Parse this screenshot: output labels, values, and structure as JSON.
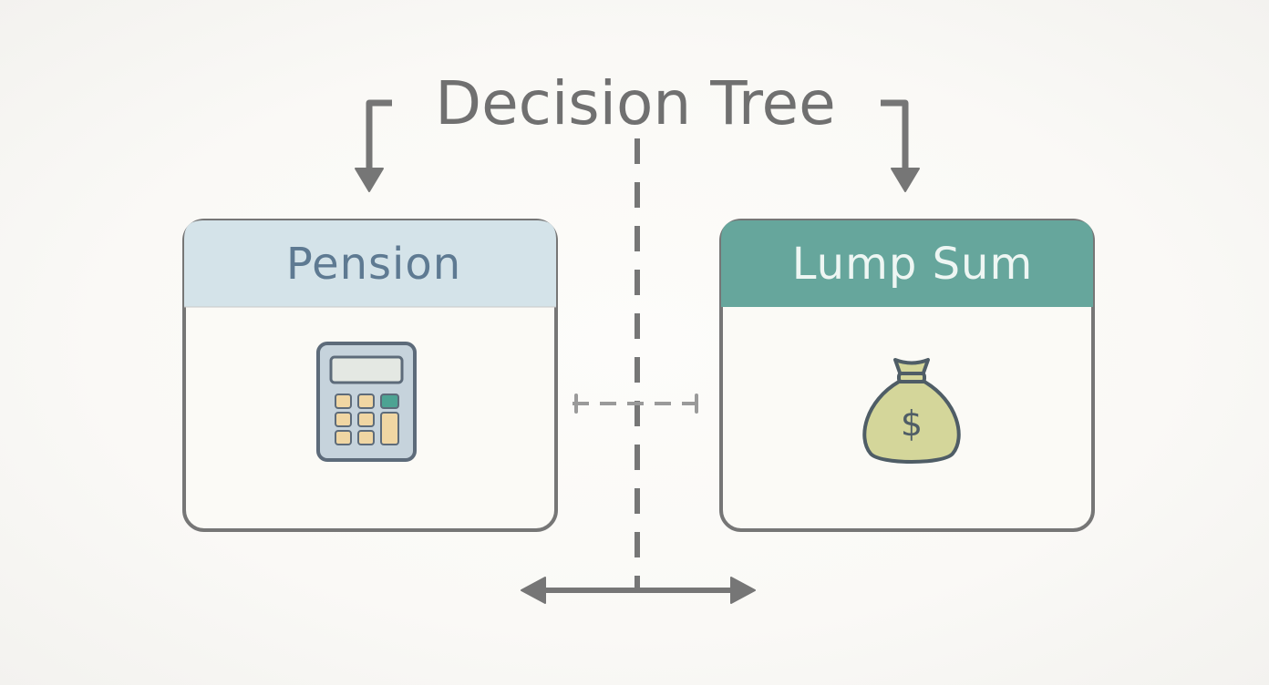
{
  "title": "Decision Tree",
  "options": [
    {
      "label": "Pension",
      "icon": "calculator-icon",
      "header_color": "#d4e3e9",
      "label_color": "#5e7a92"
    },
    {
      "label": "Lump Sum",
      "icon": "money-bag-icon",
      "header_color": "#66a69c",
      "label_color": "#eef6f3",
      "symbol": "$"
    }
  ],
  "colors": {
    "outline": "#767676",
    "box_fill": "#fbfaf6",
    "calculator_body": "#c6d3dc",
    "calculator_screen": "#e4e8e3",
    "calculator_key": "#f0d6a3",
    "calculator_accent": "#4da393",
    "money_bag": "#d4d69a"
  }
}
